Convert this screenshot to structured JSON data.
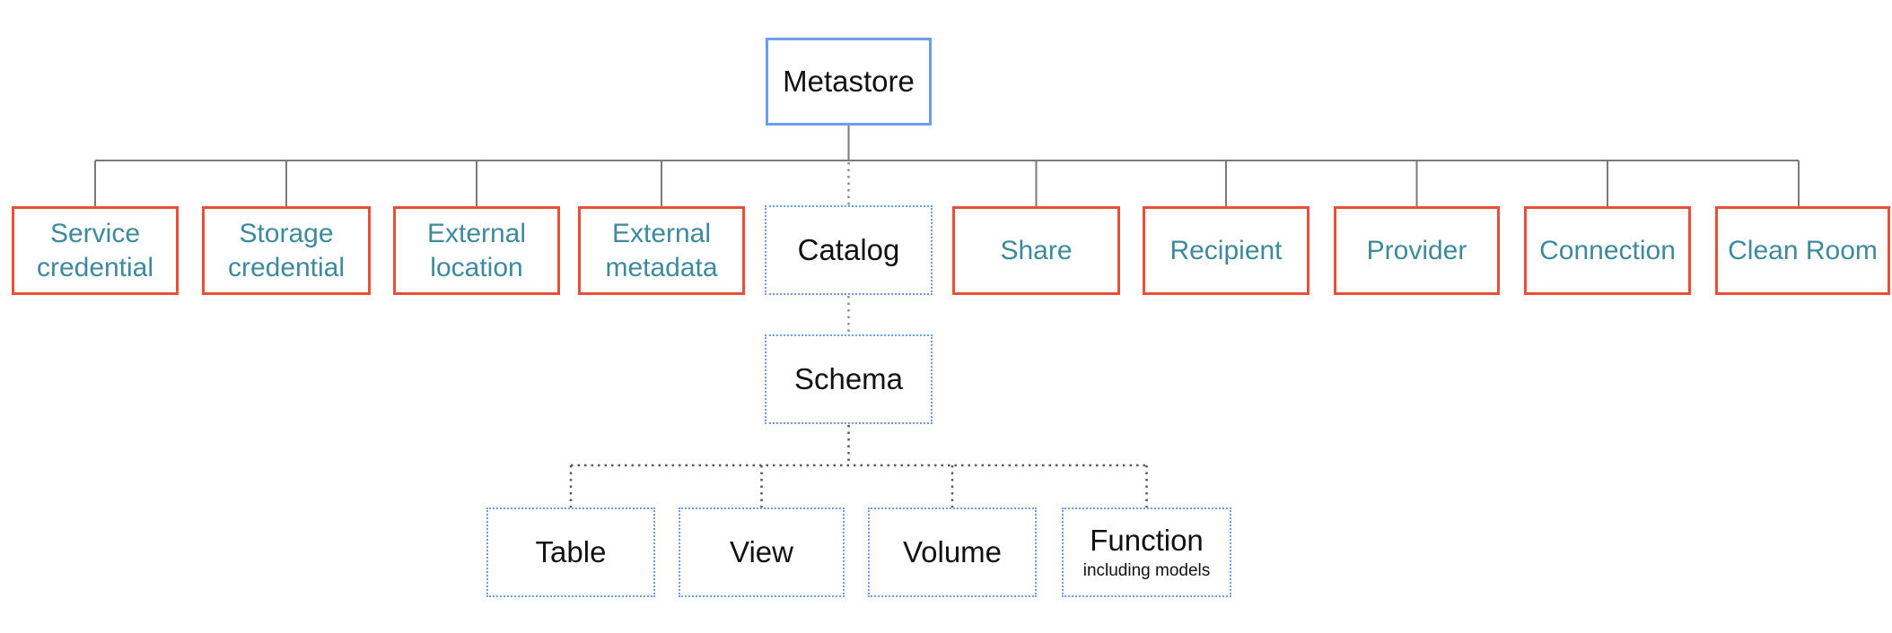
{
  "nodes": {
    "metastore": {
      "label": "Metastore"
    },
    "service_credential": {
      "label": "Service credential"
    },
    "storage_credential": {
      "label": "Storage credential"
    },
    "external_location": {
      "label": "External location"
    },
    "external_metadata": {
      "label": "External metadata"
    },
    "catalog": {
      "label": "Catalog"
    },
    "share": {
      "label": "Share"
    },
    "recipient": {
      "label": "Recipient"
    },
    "provider": {
      "label": "Provider"
    },
    "connection": {
      "label": "Connection"
    },
    "clean_room": {
      "label": "Clean Room"
    },
    "schema": {
      "label": "Schema"
    },
    "table": {
      "label": "Table"
    },
    "view": {
      "label": "View"
    },
    "volume": {
      "label": "Volume"
    },
    "function": {
      "label": "Function",
      "sublabel": "including models"
    }
  },
  "edges": [
    {
      "from": "metastore",
      "to": "service_credential",
      "style": "solid"
    },
    {
      "from": "metastore",
      "to": "storage_credential",
      "style": "solid"
    },
    {
      "from": "metastore",
      "to": "external_location",
      "style": "solid"
    },
    {
      "from": "metastore",
      "to": "external_metadata",
      "style": "solid"
    },
    {
      "from": "metastore",
      "to": "catalog",
      "style": "dotted"
    },
    {
      "from": "metastore",
      "to": "share",
      "style": "solid"
    },
    {
      "from": "metastore",
      "to": "recipient",
      "style": "solid"
    },
    {
      "from": "metastore",
      "to": "provider",
      "style": "solid"
    },
    {
      "from": "metastore",
      "to": "connection",
      "style": "solid"
    },
    {
      "from": "metastore",
      "to": "clean_room",
      "style": "solid"
    },
    {
      "from": "catalog",
      "to": "schema",
      "style": "dotted"
    },
    {
      "from": "schema",
      "to": "table",
      "style": "dotted"
    },
    {
      "from": "schema",
      "to": "view",
      "style": "dotted"
    },
    {
      "from": "schema",
      "to": "volume",
      "style": "dotted"
    },
    {
      "from": "schema",
      "to": "function",
      "style": "dotted"
    }
  ],
  "colors": {
    "solid_blue_border": "#6d9eeb",
    "dotted_blue_border": "#6d9eeb",
    "red_border": "#eb4e38",
    "teal_text": "#3d8a9c",
    "black_text": "#111111",
    "solid_connector": "#7a7a7a",
    "dotted_connector_gray": "#8c8c8c",
    "dotted_connector_dark": "#5a5a5a"
  }
}
